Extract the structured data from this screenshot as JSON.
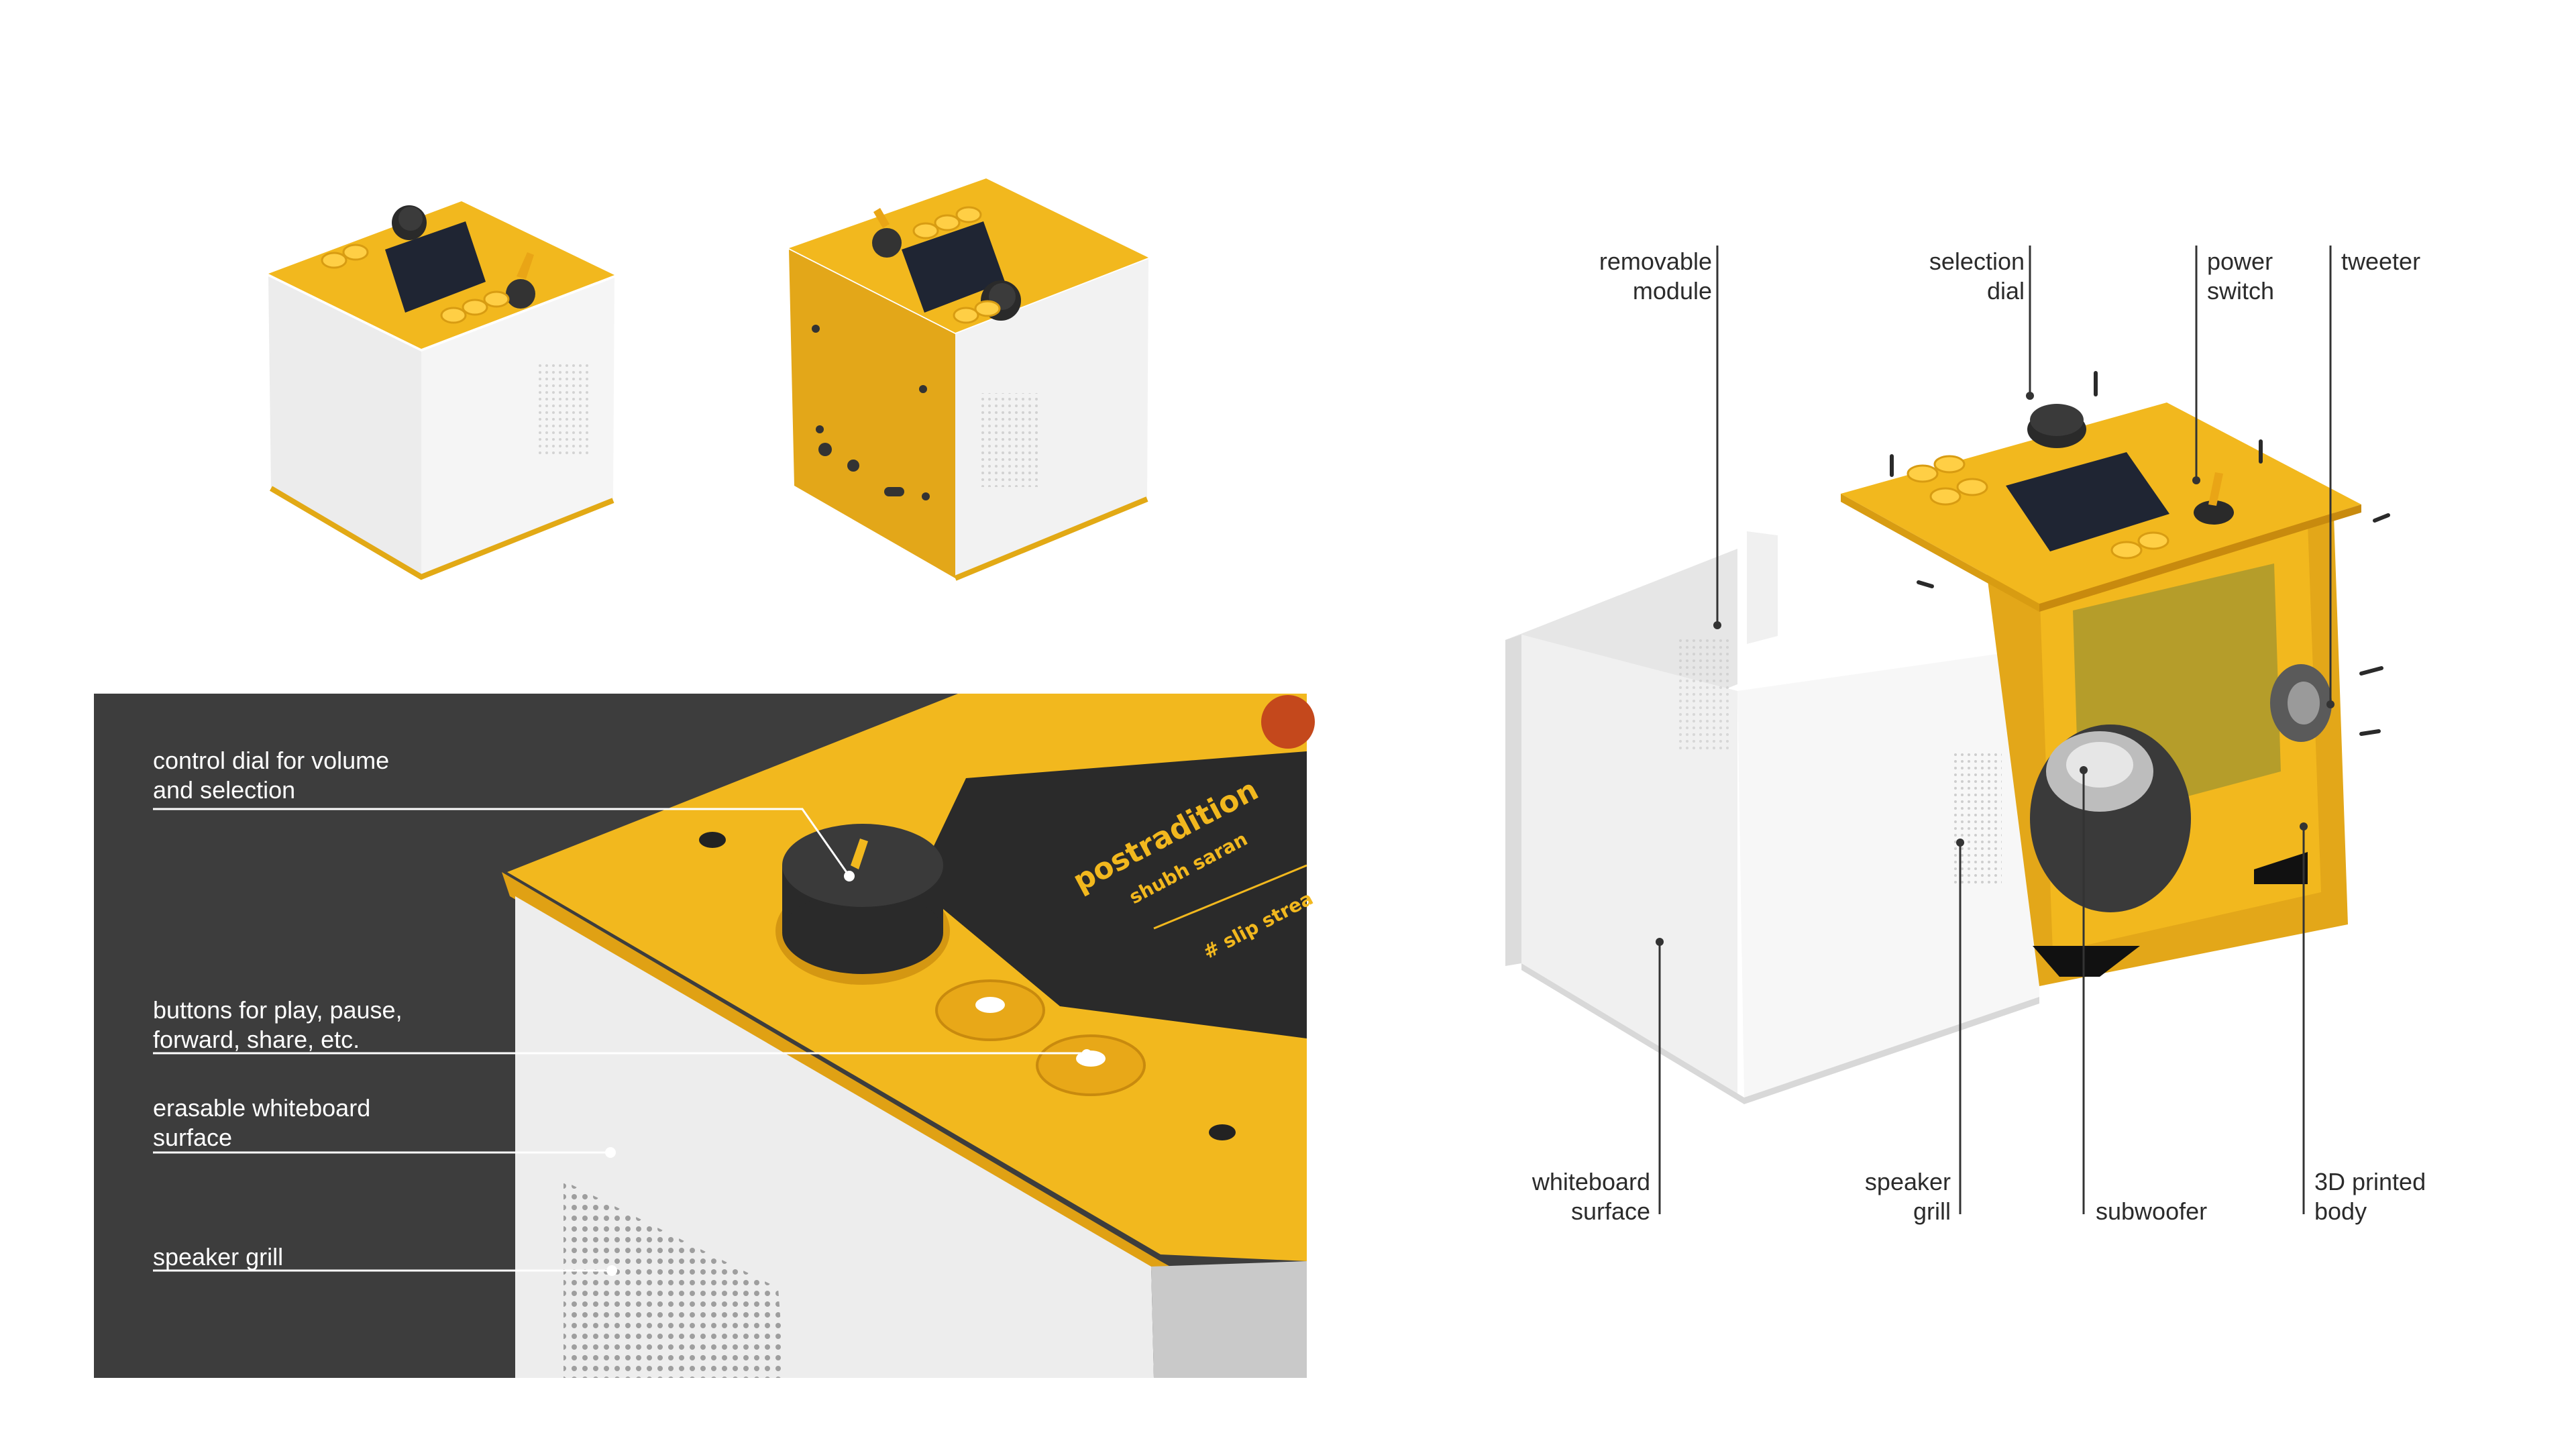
{
  "panel": {
    "background": "#3d3d3d",
    "callouts": [
      {
        "text": "control dial for volume\nand selection"
      },
      {
        "text": "buttons for play, pause,\nforward, share, etc."
      },
      {
        "text": "erasable whiteboard\nsurface"
      },
      {
        "text": "speaker grill"
      }
    ],
    "screen": {
      "brand": "postradition",
      "artist": "shubh saran",
      "track": "# slip strea"
    }
  },
  "exploded": {
    "callouts_top": [
      {
        "text": "removable\nmodule"
      },
      {
        "text": "selection\ndial"
      },
      {
        "text": "power\nswitch"
      },
      {
        "text": "tweeter"
      }
    ],
    "callouts_bottom": [
      {
        "text": "whiteboard\nsurface"
      },
      {
        "text": "speaker\ngrill"
      },
      {
        "text": "subwoofer"
      },
      {
        "text": "3D printed\nbody"
      }
    ]
  },
  "colors": {
    "yellow": "#f2b81e",
    "yellow_dark": "#d99a12",
    "white_body": "#eeeeee",
    "screen": "#1f2533"
  }
}
